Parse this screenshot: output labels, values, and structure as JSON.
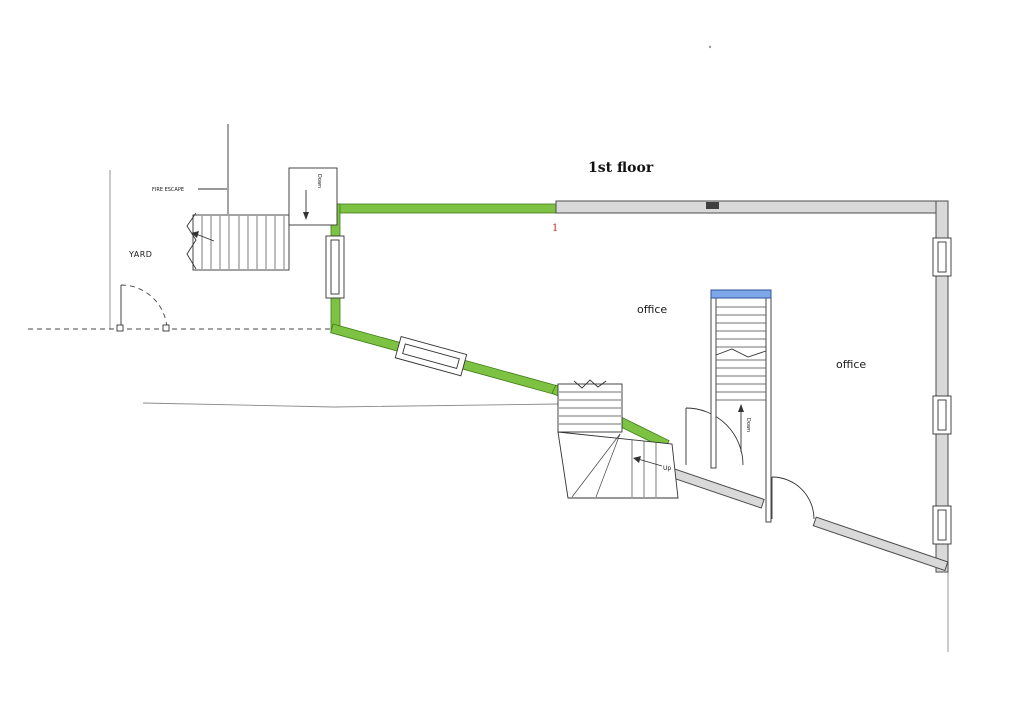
{
  "title": "1st floor",
  "labels": {
    "yard": "YARD",
    "fire_escape": "FIRE ESCAPE",
    "office_left": "office",
    "office_right": "office",
    "down_fire_escape": "Down",
    "down_main_stairs": "Down",
    "up_stairs": "Up",
    "revision_marker": "1"
  },
  "colors": {
    "background": "#ffffff",
    "highlight_wall": "#7dc242",
    "wall_fill": "#d9d9d9",
    "wall_edge": "#4d4d4d",
    "blue_marker": "#7da7e8",
    "blue_marker_edge": "#2f5597",
    "red_marker": "#cc2a1e"
  }
}
